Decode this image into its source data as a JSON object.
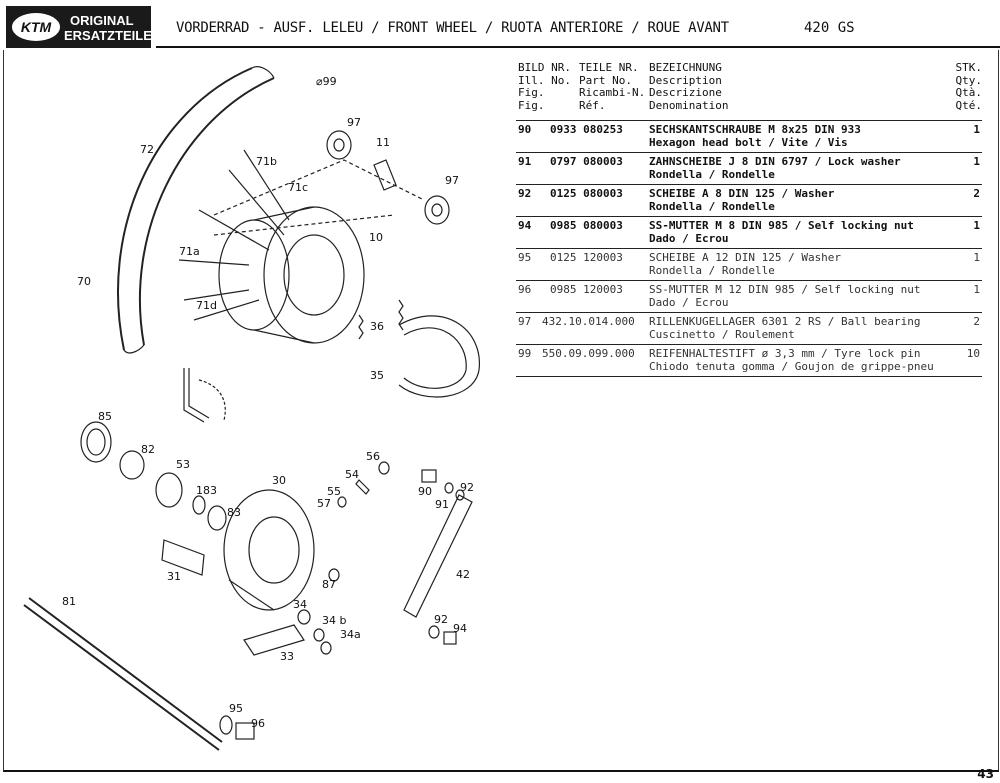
{
  "logo": {
    "brand": "KTM",
    "line1": "ORIGINAL",
    "line2": "ERSATZTEILE"
  },
  "header": {
    "title": "VORDERRAD - AUSF. LELEU / FRONT WHEEL / RUOTA ANTERIORE / ROUE AVANT",
    "model": "420 GS"
  },
  "table": {
    "headers": {
      "fig": "BILD NR.\nIll. No.\nFig.\nFig.",
      "part": "TEILE NR.\nPart No.\nRicambi-N.\nRéf.",
      "desc": "BEZEICHNUNG\nDescription\nDescrizione\nDenomination",
      "qty": "STK.\nQty.\nQtà.\nQté."
    },
    "rows": [
      {
        "fig": "90",
        "part": "0933 080253",
        "desc": "SECHSKANTSCHRAUBE M 8x25 DIN 933\nHexagon head bolt / Vite / Vis",
        "qty": "1"
      },
      {
        "fig": "91",
        "part": "0797 080003",
        "desc": "ZAHNSCHEIBE J 8 DIN 6797 / Lock washer\nRondella / Rondelle",
        "qty": "1"
      },
      {
        "fig": "92",
        "part": "0125 080003",
        "desc": "SCHEIBE A 8 DIN 125 / Washer\nRondella / Rondelle",
        "qty": "2"
      },
      {
        "fig": "94",
        "part": "0985 080003",
        "desc": "SS-MUTTER M 8 DIN 985 / Self locking nut\nDado / Ecrou",
        "qty": "1"
      },
      {
        "fig": "95",
        "part": "0125 120003",
        "desc": "SCHEIBE A 12 DIN 125 / Washer\nRondella / Rondelle",
        "qty": "1"
      },
      {
        "fig": "96",
        "part": "0985 120003",
        "desc": "SS-MUTTER M 12 DIN 985 / Self locking nut\nDado / Ecrou",
        "qty": "1"
      },
      {
        "fig": "97",
        "part": "432.10.014.000",
        "desc": "RILLENKUGELLAGER 6301 2 RS / Ball bearing\nCuscinetto / Roulement",
        "qty": "2"
      },
      {
        "fig": "99",
        "part": "550.09.099.000",
        "desc": "REIFENHALTESTIFT ø 3,3 mm / Tyre lock pin\nChiodo tenuta gomma / Goujon de grippe-pneu",
        "qty": "10"
      }
    ]
  },
  "diagram": {
    "callouts": [
      "99",
      "97",
      "11",
      "72",
      "71b",
      "71c",
      "97",
      "10",
      "70",
      "71a",
      "71d",
      "36",
      "35",
      "85",
      "82",
      "53",
      "183",
      "83",
      "56",
      "54",
      "55",
      "57",
      "30",
      "90",
      "92",
      "91",
      "31",
      "87",
      "42",
      "81",
      "34",
      "34 b",
      "34a",
      "33",
      "92",
      "94",
      "95",
      "96"
    ]
  },
  "page_number": "43"
}
